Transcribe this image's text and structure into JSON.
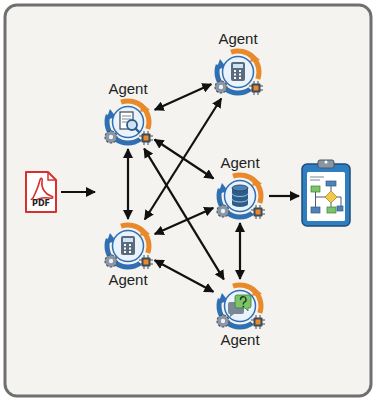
{
  "diagram": {
    "nodes": [
      {
        "text": [
          "PDF"
        ]
      },
      {
        "text": [
          "Agent"
        ]
      },
      {
        "text": [
          "Agent"
        ]
      },
      {
        "text": [
          "Agent"
        ]
      },
      {
        "text": [
          "Agent"
        ]
      },
      {
        "text": [
          "Agent"
        ]
      }
    ],
    "edges": [
      {
        "from": 1,
        "to": 2,
        "arrow": "both"
      },
      {
        "from": 1,
        "to": 4,
        "arrow": "both"
      },
      {
        "from": 1,
        "to": 3,
        "arrow": "both"
      },
      {
        "from": 1,
        "to": 5,
        "arrow": "both"
      },
      {
        "from": 4,
        "to": 2,
        "arrow": "both"
      },
      {
        "from": 4,
        "to": 3,
        "arrow": "both"
      },
      {
        "from": 4,
        "to": 5,
        "arrow": "both"
      },
      {
        "from": 3,
        "to": 5,
        "arrow": "both"
      }
    ]
  }
}
